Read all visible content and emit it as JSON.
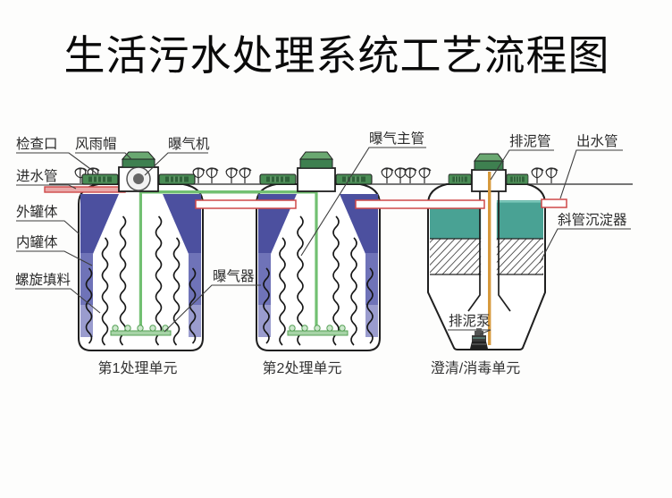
{
  "title": "生活污水处理系统工艺流程图",
  "diagram": {
    "callouts": {
      "inspection_port": "检查口",
      "rain_cap": "风雨帽",
      "aerator_machine": "曝气机",
      "inlet_pipe": "进水管",
      "outer_tank": "外罐体",
      "inner_tank": "内罐体",
      "spiral_packing": "螺旋填料",
      "air_diffuser": "曝气器",
      "aeration_main_pipe": "曝气主管",
      "sludge_pipe": "排泥管",
      "outlet_pipe": "出水管",
      "inclined_tube_settler": "斜管沉淀器",
      "sludge_pump": "排泥泵"
    },
    "captions": {
      "unit1": "第1处理单元",
      "unit2": "第2处理单元",
      "unit3": "澄清/消毒单元"
    },
    "colors": {
      "tank_wall_blue_dark": "#4c509f",
      "tank_wall_blue_mid": "#6f73b8",
      "tank_wall_blue_light": "#9a9cce",
      "water_teal": "#49a294",
      "pipe_green": "#72c072",
      "cap_green_front": "#3e8050",
      "cap_green_top": "#6aa871",
      "vent_green": "#4a8d55",
      "pipe_red": "#cf4949",
      "inlet_fill_pink": "#e9a9a9",
      "sludge_pipe_orange": "#d79a3d"
    }
  }
}
